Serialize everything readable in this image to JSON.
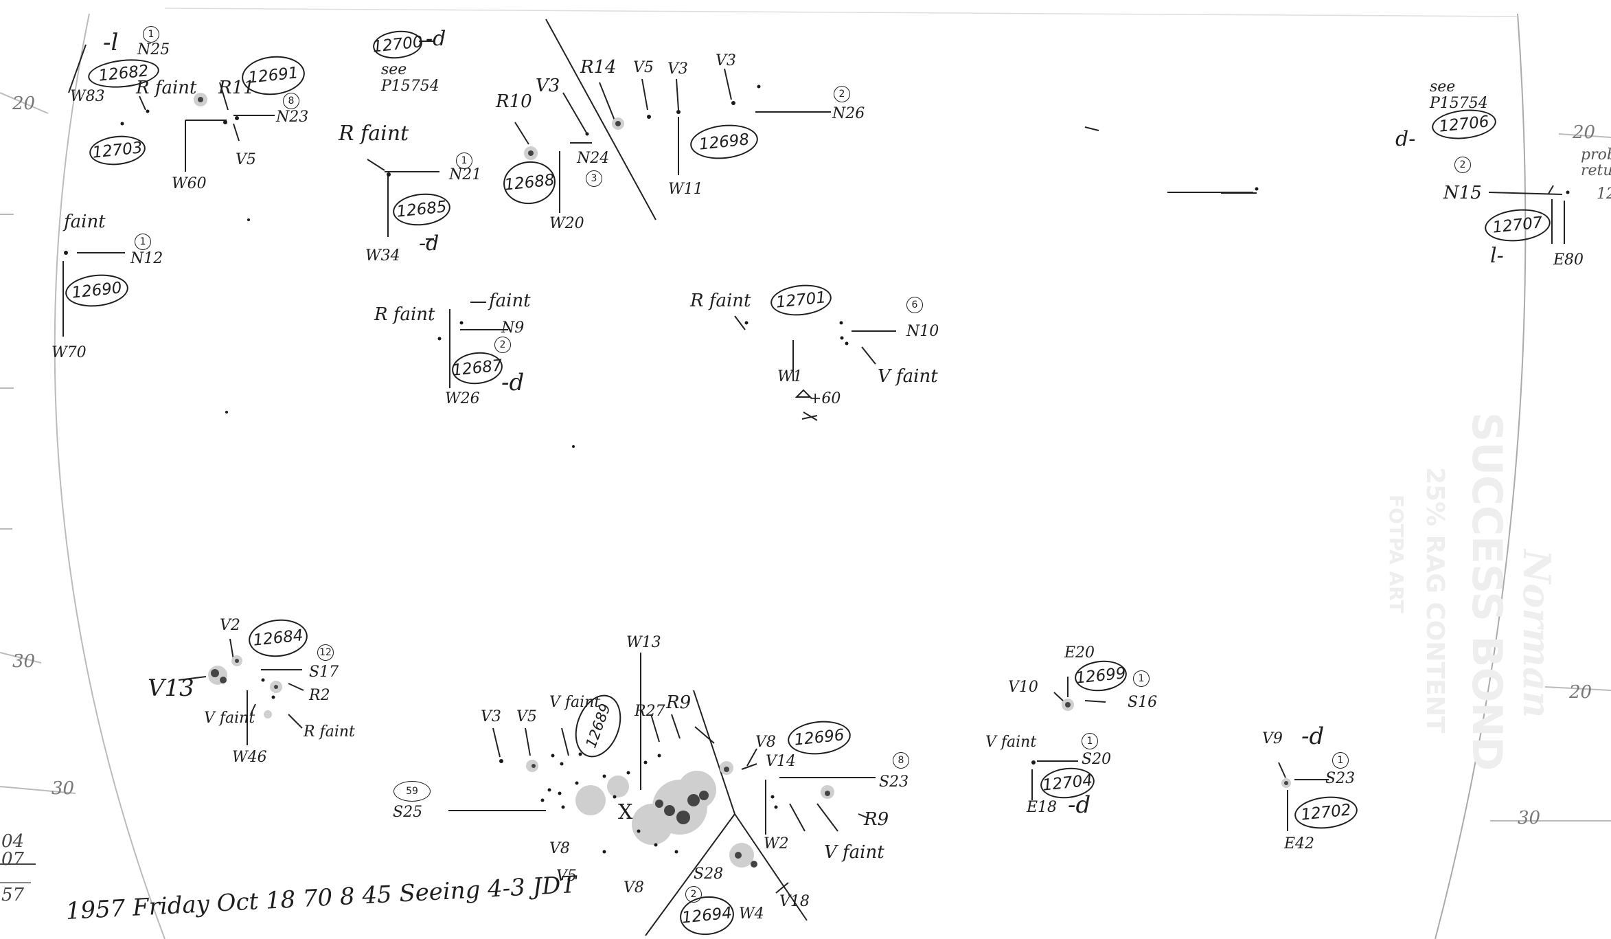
{
  "groups": [
    {
      "id": "12682",
      "note": "-l",
      "dir": "N25",
      "ring": "1",
      "ew": "W83"
    },
    {
      "id": "12691",
      "note": "R faint",
      "spot": "R11",
      "dir": "N23",
      "ring": "8",
      "ew": "W60",
      "pol": "V5"
    },
    {
      "id": "12703"
    },
    {
      "id": "12700",
      "note": "-d",
      "ref": "see P15754"
    },
    {
      "id": "12685",
      "note": "R faint",
      "dir": "N21",
      "ring": "1",
      "ew": "W34",
      "tail": "-d"
    },
    {
      "id": "12690",
      "note": "faint",
      "dir": "N12",
      "ring": "1",
      "ew": "W70"
    },
    {
      "id": "12688",
      "spot": "R10",
      "pol": "V3",
      "dir": "N24",
      "ring": "3",
      "ew": "W20"
    },
    {
      "id": "12698",
      "spots": [
        "R14",
        "V5",
        "V3",
        "V3"
      ],
      "dir": "N26",
      "ring": "2",
      "ew": "W11"
    },
    {
      "id": "12687",
      "note": "R faint",
      "note2": "faint",
      "dir": "N9",
      "ring": "2",
      "ew": "W26",
      "tail": "-d"
    },
    {
      "id": "12701",
      "note": "R faint",
      "dir": "N10",
      "ring": "6",
      "ew": "W1",
      "pol": "V faint",
      "mark": "+60"
    },
    {
      "id": "12706",
      "ref": "see P15754",
      "note": "d-"
    },
    {
      "id": "12707",
      "ring": "2",
      "dir": "N15",
      "ew": "E80",
      "note": "l-"
    },
    {
      "id": "12684",
      "spots": [
        "V2",
        "V13",
        "R2"
      ],
      "ring": "12",
      "dir": "S17",
      "ew": "W46",
      "notes": [
        "V faint",
        "R faint"
      ]
    },
    {
      "id": "12689",
      "spots": [
        "V3",
        "V5",
        "V faint",
        "R27",
        "R9",
        "V8",
        "V8",
        "V5"
      ],
      "top": "W13",
      "ring": "59",
      "dir": "S25",
      "mark": "X"
    },
    {
      "id": "12696",
      "spots": [
        "V8",
        "V14",
        "R9"
      ],
      "ring": "8",
      "dir": "S23",
      "ew": "W2",
      "pol": "V faint"
    },
    {
      "id": "12694",
      "ring": "2",
      "dir": "S28",
      "ew": "W4",
      "pol": "V18"
    },
    {
      "id": "12699",
      "top": "E20",
      "spot": "V10",
      "dir": "S16",
      "ring": "1"
    },
    {
      "id": "12704",
      "note": "V faint",
      "dir": "S20",
      "ring": "1",
      "ew": "E18",
      "tail": "-d"
    },
    {
      "id": "12702",
      "spot": "V9",
      "note": "-d",
      "dir": "S23",
      "ring": "1",
      "ew": "E42"
    }
  ],
  "margin": {
    "left_ticks": [
      "20",
      "30",
      "30"
    ],
    "right_ticks": [
      "20",
      "20",
      "30"
    ],
    "right_note": [
      "prob",
      "retu",
      "12"
    ],
    "counts": [
      "04",
      "07",
      "57"
    ]
  },
  "footer": {
    "date_line": "1957 Friday Oct 18 70  8 45  Seeing 4-3  JDT"
  },
  "watermark": {
    "brand": "SUCCESS BOND",
    "sub": "25% RAG CONTENT",
    "word": "Norman",
    "sub2": "FOTPA ART"
  }
}
